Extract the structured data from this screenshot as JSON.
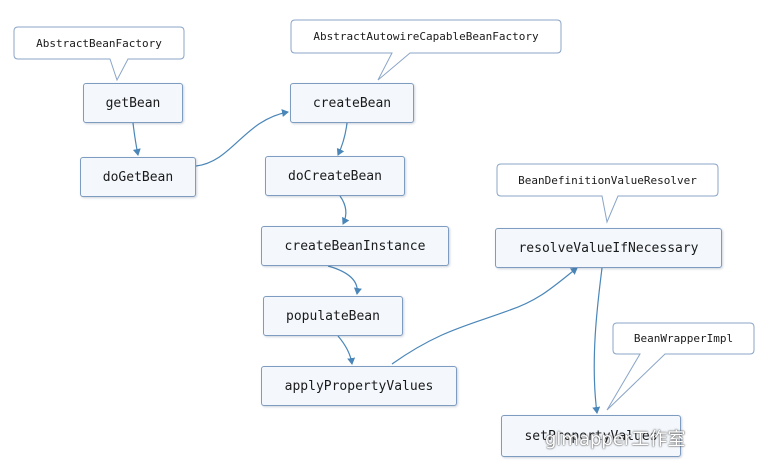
{
  "nodes": {
    "getBean": "getBean",
    "doGetBean": "doGetBean",
    "createBean": "createBean",
    "doCreateBean": "doCreateBean",
    "createBeanInstance": "createBeanInstance",
    "populateBean": "populateBean",
    "applyPropertyValues": "applyPropertyValues",
    "resolveValueIfNecessary": "resolveValueIfNecessary",
    "setPropertyValues": "setPropertyValues"
  },
  "callouts": {
    "abstractBeanFactory": "AbstractBeanFactory",
    "abstractAutowireCapableBeanFactory": "AbstractAutowireCapableBeanFactory",
    "beanDefinitionValueResolver": "BeanDefinitionValueResolver",
    "beanWrapperImpl": "BeanWrapperImpl"
  },
  "watermark": "glmapper工作室",
  "colors": {
    "node_fill": "#f4f8fd",
    "node_border": "#7e9bc0",
    "arrow": "#4a86b8"
  }
}
